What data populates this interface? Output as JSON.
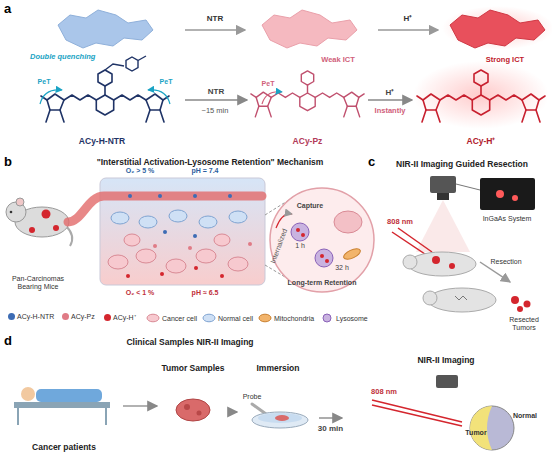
{
  "diagram": {
    "nodes": [
      {
        "text": [
          "ACy-H-NTR"
        ]
      },
      {
        "text": [
          "ACy-Pz"
        ]
      },
      {
        "text": [
          "ACy-H⁺"
        ]
      },
      {
        "text": [
          "Cancer patients"
        ]
      },
      {
        "text": [
          "Tumor Samples"
        ]
      },
      {
        "text": [
          "Immersion"
        ]
      },
      {
        "text": [
          "NIR-II Imaging"
        ]
      }
    ],
    "edges": [
      {
        "from": 0,
        "to": 1,
        "arrow": "to",
        "label": "NTR"
      },
      {
        "from": 1,
        "to": 2,
        "arrow": "to",
        "label": "H⁺"
      },
      {
        "from": 3,
        "to": 4,
        "arrow": "to"
      },
      {
        "from": 4,
        "to": 5,
        "arrow": "to"
      },
      {
        "from": 5,
        "to": 6,
        "arrow": "to",
        "label": "30 min"
      }
    ],
    "labels": [
      "a",
      "NTR",
      "H⁺",
      "Double quenching",
      "PeT",
      "PeT",
      "~15 min",
      "PeT",
      "Weak ICT",
      "Instantly",
      "Strong ICT",
      "b",
      "\"Interstitial Activation-Lysosome Retention\" Mechanism",
      "Pan-Carcinomas Bearing Mice",
      "O₂ > 5 %",
      "pH = 7.4",
      "O₂ < 1 %",
      "pH ≈ 6.5",
      "Internalized",
      "Capture",
      "1 h",
      "32 h",
      "Long-term Retention",
      "c",
      "NIR-II Imaging Guided Resection",
      "808 nm",
      "InGaAs System",
      "Resection",
      "Resected Tumors",
      "d",
      "Clinical Samples NIR-II Imaging",
      "Probe",
      "808 nm",
      "Tumor",
      "Normal"
    ],
    "legend": [
      {
        "text": "ACy-H-NTR",
        "color": "#3d6cb4"
      },
      {
        "text": "ACy-Pz",
        "color": "#e07b86"
      },
      {
        "text": "ACy-H⁺",
        "color": "#d4262e"
      },
      {
        "text": "Cancer cell"
      },
      {
        "text": "Normal cell"
      },
      {
        "text": "Mitochondria"
      },
      {
        "text": "Lysosome"
      }
    ]
  }
}
